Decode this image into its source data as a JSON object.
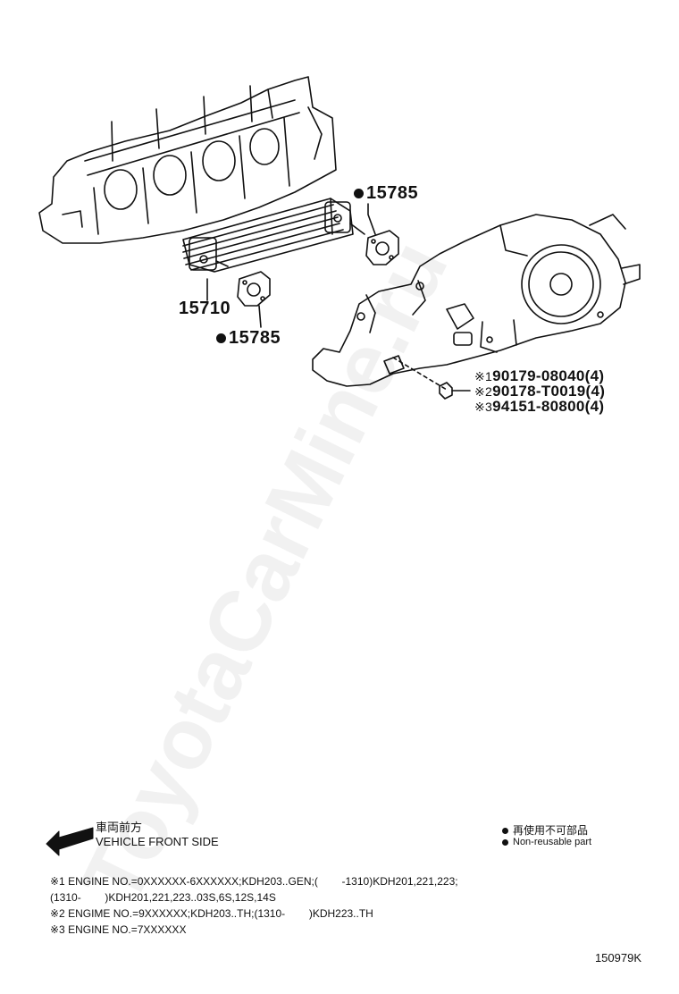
{
  "watermark": "ToyotaCarMine.ru",
  "parts": {
    "cooler": "15710",
    "gasket_top": "15785",
    "gasket_bottom": "15785"
  },
  "refs": [
    {
      "mark": "※1",
      "part": "90179-08040(4)"
    },
    {
      "mark": "※2",
      "part": "90178-T0019(4)"
    },
    {
      "mark": "※3",
      "part": "94151-80800(4)"
    }
  ],
  "front": {
    "jp": "車両前方",
    "en": "VEHICLE FRONT SIDE"
  },
  "legend": {
    "jp": "再使用不可部品",
    "en": "Non-reusable part"
  },
  "notes": [
    "※1 ENGINE NO.=0XXXXXX-6XXXXXX;KDH203..GEN;(        -1310)KDH201,221,223;",
    "(1310-        )KDH201,221,223..03S,6S,12S,14S",
    "※2 ENGIME NO.=9XXXXXX;KDH203..TH;(1310-        )KDH223..TH",
    "※3 ENGINE NO.=7XXXXXX"
  ],
  "drawing_code": "150979K"
}
